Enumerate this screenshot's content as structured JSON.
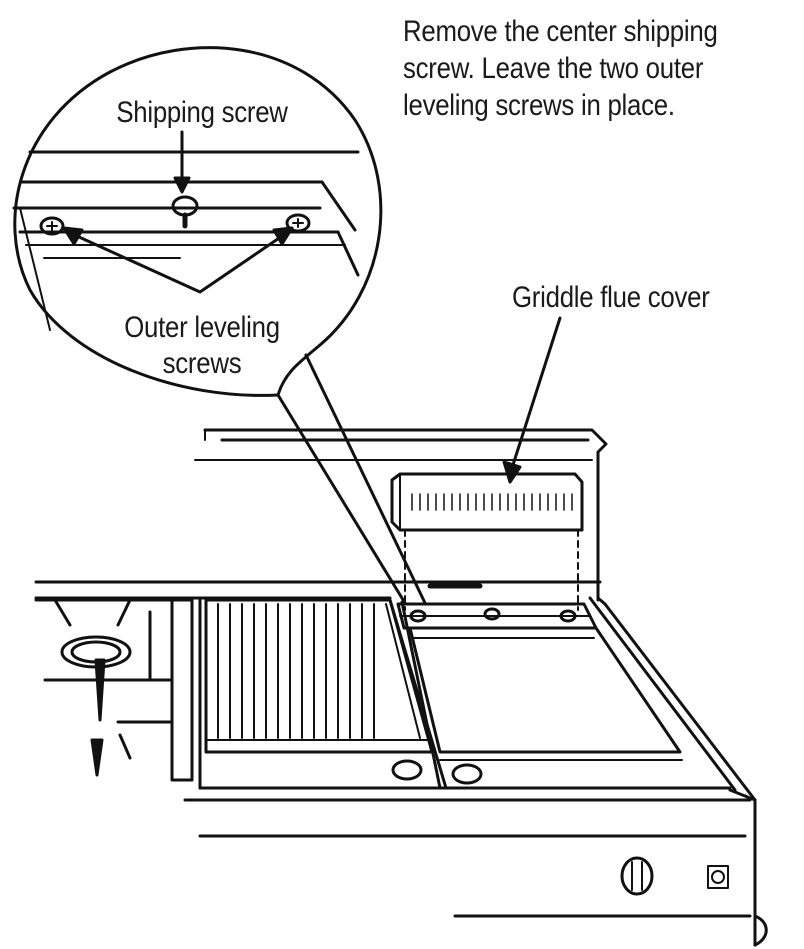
{
  "instruction": {
    "lines": [
      "Remove the center shipping",
      "screw. Leave the two outer",
      "leveling screws in place."
    ]
  },
  "labels": {
    "shipping_screw": "Shipping screw",
    "outer_leveling_line1": "Outer leveling",
    "outer_leveling_line2": "screws",
    "griddle_flue_cover": "Griddle flue cover"
  }
}
